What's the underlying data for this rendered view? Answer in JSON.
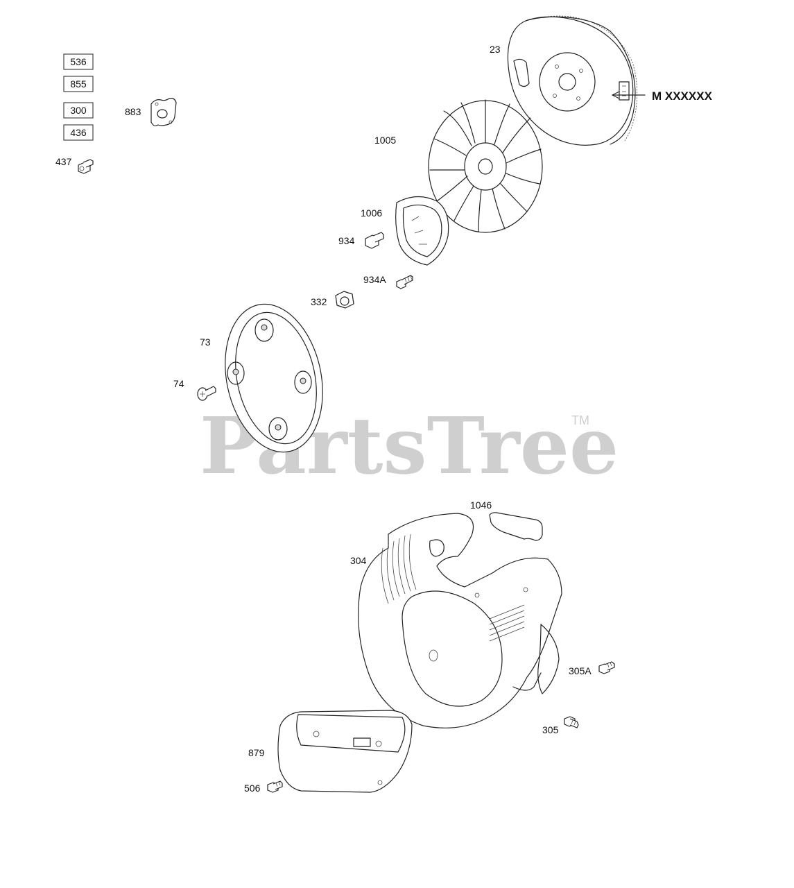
{
  "watermark": {
    "text": "PartsTree",
    "trademark": "TM"
  },
  "boxed_labels": [
    "536",
    "855",
    "300",
    "436"
  ],
  "serial_marking": "M  XXXXXX",
  "callouts": {
    "p437": "437",
    "p883": "883",
    "p23": "23",
    "p1005": "1005",
    "p1006": "1006",
    "p934": "934",
    "p934a": "934A",
    "p332": "332",
    "p73": "73",
    "p74": "74",
    "p1046": "1046",
    "p304": "304",
    "p305a": "305A",
    "p305": "305",
    "p879": "879",
    "p506": "506"
  }
}
